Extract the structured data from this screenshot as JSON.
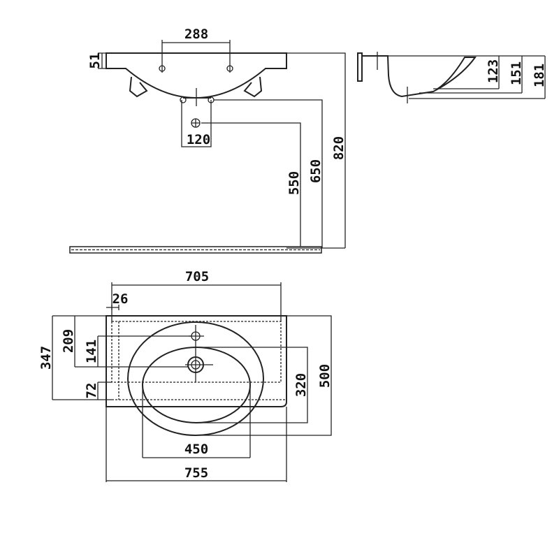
{
  "front_view": {
    "tap_hole_spacing": "288",
    "rim_thickness": "51",
    "drain_width": "120",
    "drain_outlet_height": "550",
    "drain_height": "650",
    "rim_height": "820"
  },
  "side_view": {
    "bowl_depth": "123",
    "inner_depth": "151",
    "total_depth": "181"
  },
  "top_view": {
    "cabinet_width": "705",
    "wall_offset": "26",
    "cabinet_depth": "347",
    "tap_from_wall": "209",
    "tap_to_drain": "141",
    "front_overhang": "72",
    "bowl_length": "320",
    "total_depth": "500",
    "bowl_width": "450",
    "total_width": "755"
  }
}
